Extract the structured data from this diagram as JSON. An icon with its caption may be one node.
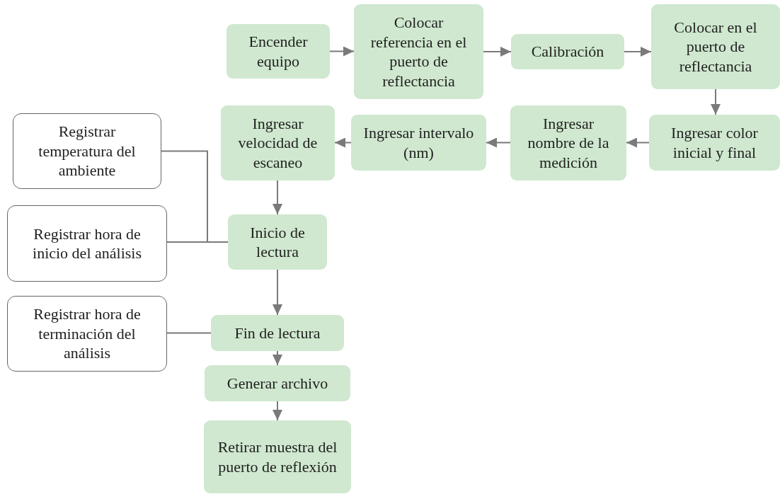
{
  "diagram": {
    "nodes": [
      {
        "text": [
          "Encender equipo"
        ]
      },
      {
        "text": [
          "Colocar referencia en el puerto de reflectancia"
        ]
      },
      {
        "text": [
          "Calibración"
        ]
      },
      {
        "text": [
          "Colocar en el puerto de reflectancia"
        ]
      },
      {
        "text": [
          "Registrar temperatura del ambiente"
        ]
      },
      {
        "text": [
          "Ingresar velocidad de escaneo"
        ]
      },
      {
        "text": [
          "Ingresar intervalo (nm)"
        ]
      },
      {
        "text": [
          "Ingresar nombre de la medición"
        ]
      },
      {
        "text": [
          "Ingresar color inicial y final"
        ]
      },
      {
        "text": [
          "Registrar hora de inicio del análisis"
        ]
      },
      {
        "text": [
          "Inicio de lectura"
        ]
      },
      {
        "text": [
          "Registrar hora de terminación del análisis"
        ]
      },
      {
        "text": [
          "Fin de lectura"
        ]
      },
      {
        "text": [
          "Generar archivo"
        ]
      },
      {
        "text": [
          "Retirar muestra del puerto de reflexión"
        ]
      }
    ],
    "edges": [
      {
        "from": 0,
        "to": 1,
        "arrow": "to"
      },
      {
        "from": 1,
        "to": 2,
        "arrow": "to"
      },
      {
        "from": 2,
        "to": 3,
        "arrow": "to"
      },
      {
        "from": 3,
        "to": 8,
        "arrow": "to"
      },
      {
        "from": 8,
        "to": 7,
        "arrow": "to"
      },
      {
        "from": 7,
        "to": 6,
        "arrow": "to"
      },
      {
        "from": 6,
        "to": 5,
        "arrow": "to"
      },
      {
        "from": 5,
        "to": 10,
        "arrow": "to"
      },
      {
        "from": 4,
        "to": 10,
        "arrow": "none"
      },
      {
        "from": 9,
        "to": 10,
        "arrow": "none"
      },
      {
        "from": 10,
        "to": 12,
        "arrow": "to"
      },
      {
        "from": 11,
        "to": 12,
        "arrow": "none"
      },
      {
        "from": 12,
        "to": 13,
        "arrow": "to"
      },
      {
        "from": 13,
        "to": 14,
        "arrow": "to"
      }
    ]
  }
}
